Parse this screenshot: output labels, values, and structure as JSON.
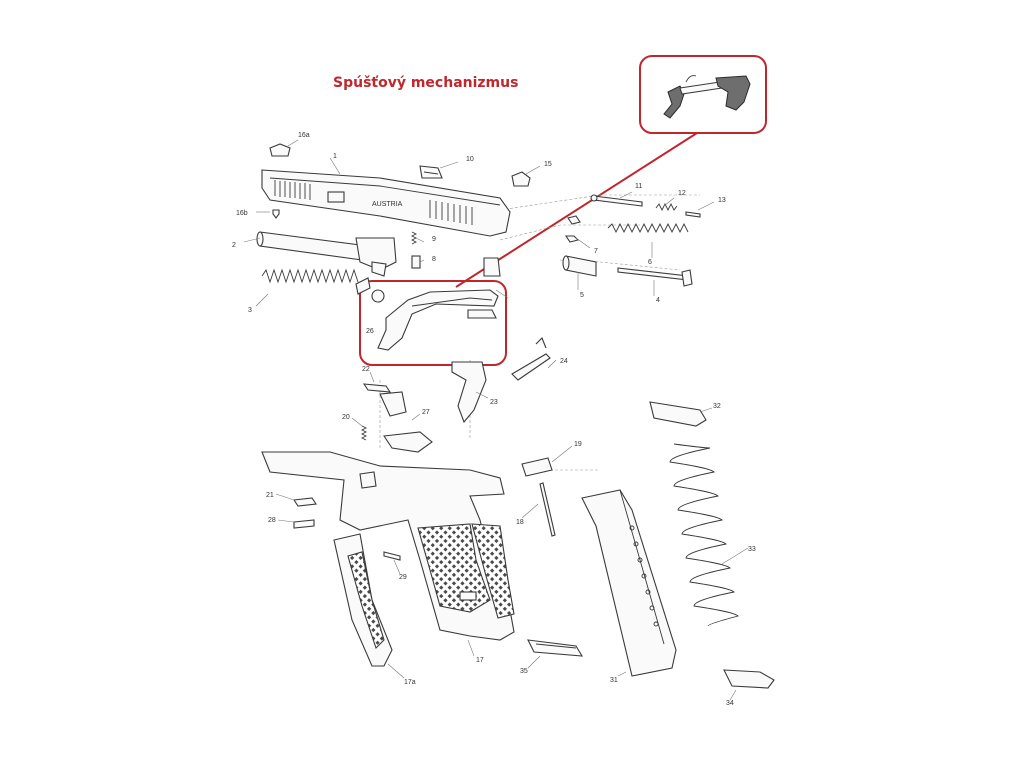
{
  "title": "Spúšťový mechanizmus",
  "callouts": [
    {
      "id": "1",
      "label": "1"
    },
    {
      "id": "16a",
      "label": "16a"
    },
    {
      "id": "16b",
      "label": "16b"
    },
    {
      "id": "10",
      "label": "10"
    },
    {
      "id": "15",
      "label": "15"
    },
    {
      "id": "11",
      "label": "11"
    },
    {
      "id": "12",
      "label": "12"
    },
    {
      "id": "13",
      "label": "13"
    },
    {
      "id": "2",
      "label": "2"
    },
    {
      "id": "9",
      "label": "9"
    },
    {
      "id": "8",
      "label": "8"
    },
    {
      "id": "7",
      "label": "7"
    },
    {
      "id": "6",
      "label": "6"
    },
    {
      "id": "5",
      "label": "5"
    },
    {
      "id": "4",
      "label": "4"
    },
    {
      "id": "3",
      "label": "3"
    },
    {
      "id": "26",
      "label": "26"
    },
    {
      "id": "24",
      "label": "24"
    },
    {
      "id": "22",
      "label": "22"
    },
    {
      "id": "23",
      "label": "23"
    },
    {
      "id": "27",
      "label": "27"
    },
    {
      "id": "20",
      "label": "20"
    },
    {
      "id": "32",
      "label": "32"
    },
    {
      "id": "19",
      "label": "19"
    },
    {
      "id": "21",
      "label": "21"
    },
    {
      "id": "28",
      "label": "28"
    },
    {
      "id": "18",
      "label": "18"
    },
    {
      "id": "29",
      "label": "29"
    },
    {
      "id": "33",
      "label": "33"
    },
    {
      "id": "17",
      "label": "17"
    },
    {
      "id": "17a",
      "label": "17a"
    },
    {
      "id": "35",
      "label": "35"
    },
    {
      "id": "31",
      "label": "31"
    },
    {
      "id": "34",
      "label": "34"
    }
  ],
  "slide_engraving": "AUSTRIA",
  "colors": {
    "highlight": "#c0272d",
    "line": "#3a3a3a",
    "title": "#c0272d"
  }
}
